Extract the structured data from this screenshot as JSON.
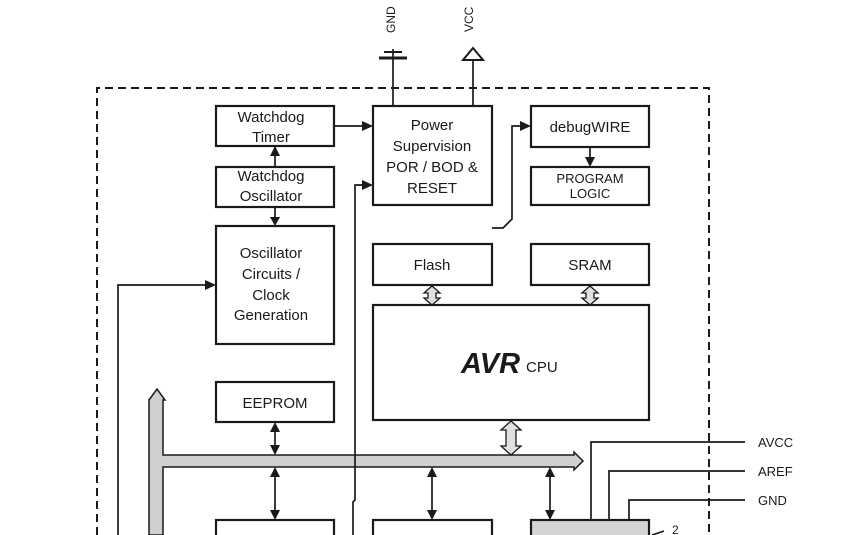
{
  "pins_top": {
    "gnd": "GND",
    "vcc": "VCC"
  },
  "blocks": {
    "watchdog_timer": [
      "Watchdog",
      "Timer"
    ],
    "watchdog_osc": [
      "Watchdog",
      "Oscillator"
    ],
    "osc_circuits": [
      "Oscillator",
      "Circuits /",
      "Clock",
      "Generation"
    ],
    "power": [
      "Power",
      "Supervision",
      "POR / BOD &",
      "RESET"
    ],
    "debugwire": "debugWIRE",
    "program_logic": [
      "PROGRAM",
      "LOGIC"
    ],
    "flash": "Flash",
    "sram": "SRAM",
    "cpu_logo": "AVR",
    "cpu_label": "CPU",
    "eeprom": "EEPROM"
  },
  "side_pins": {
    "avcc": "AVCC",
    "aref": "AREF",
    "gnd": "GND"
  },
  "note_number": "2"
}
